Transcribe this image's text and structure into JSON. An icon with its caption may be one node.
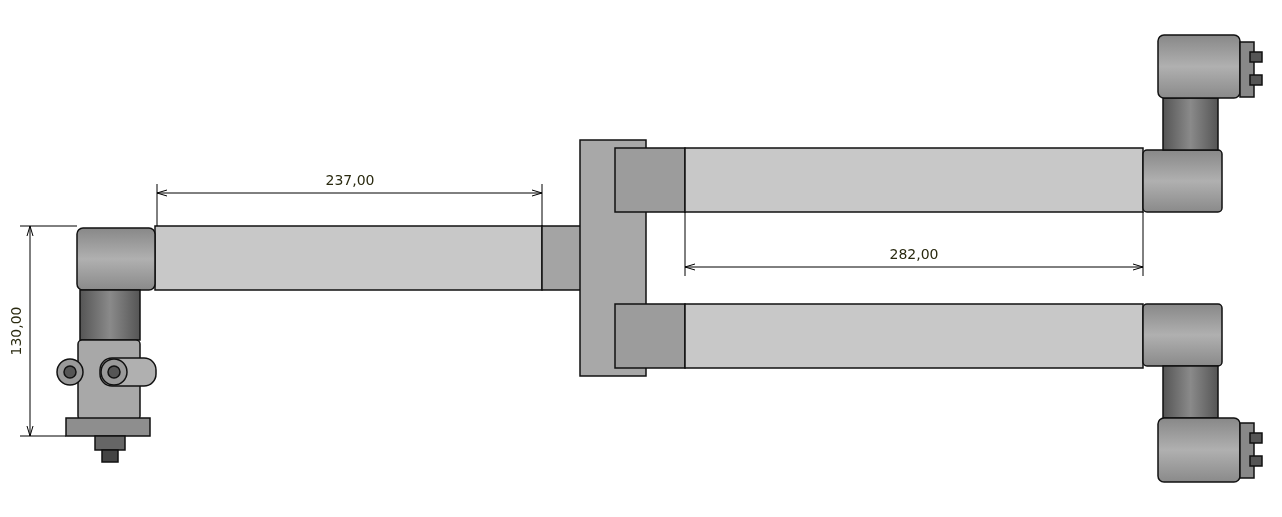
{
  "diagram": {
    "labels": [
      "237,00",
      "282,00",
      "130,00"
    ]
  }
}
